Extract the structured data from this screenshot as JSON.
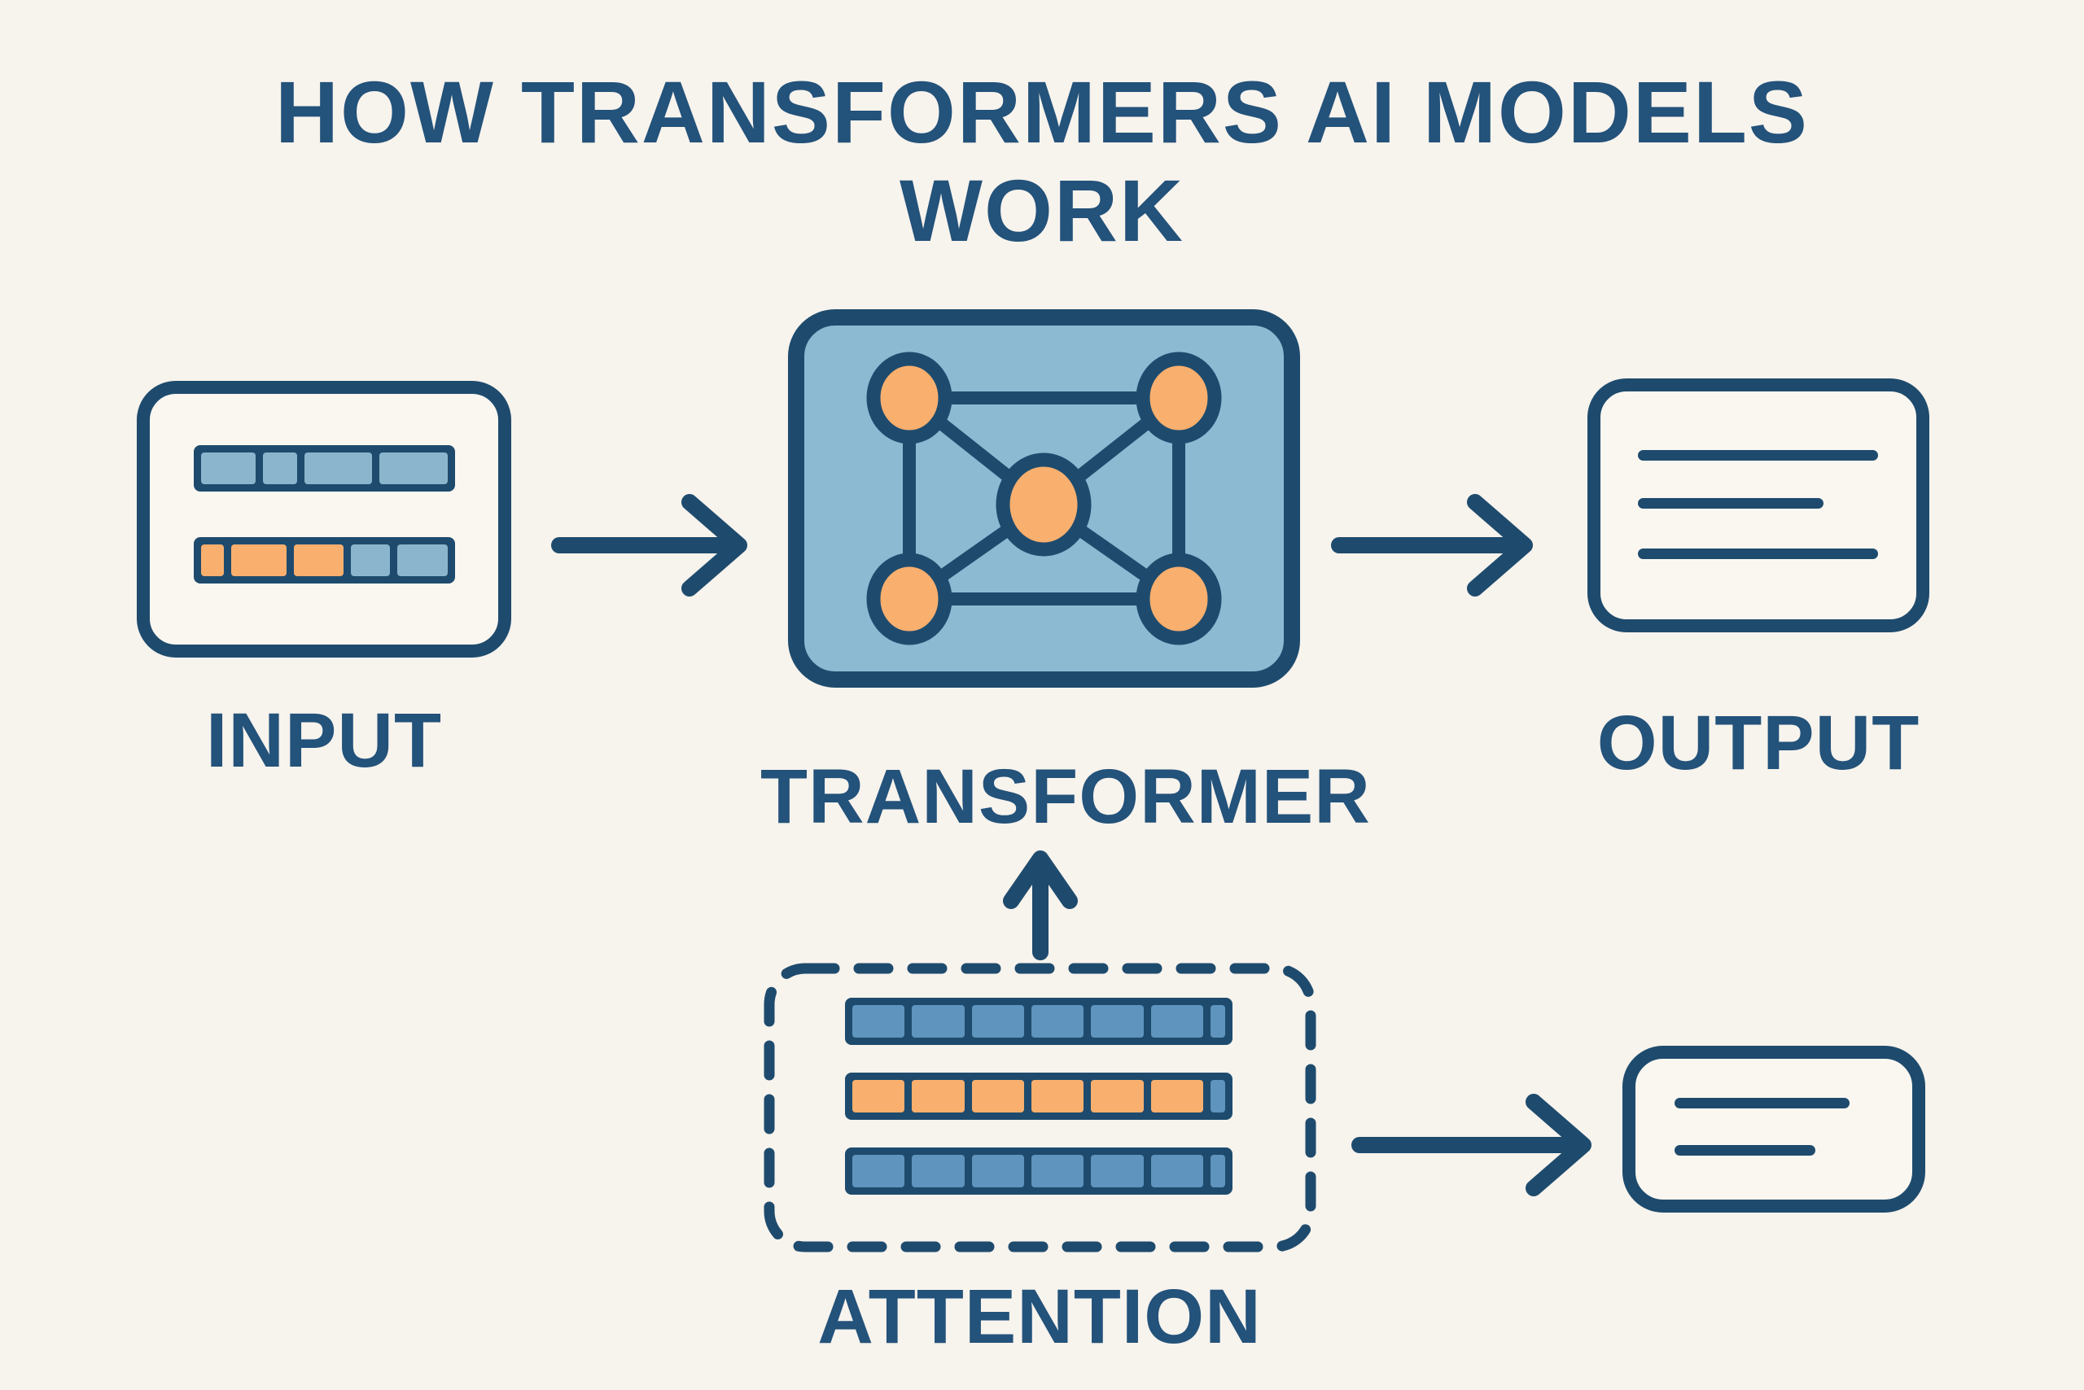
{
  "title": {
    "line1": "HOW TRANSFORMERS AI MODELS",
    "line2": "WORK"
  },
  "labels": {
    "input": "INPUT",
    "transformer": "TRANSFORMER",
    "output": "OUTPUT",
    "attention": "ATTENTION"
  },
  "colors": {
    "background": "#F7F3ED",
    "card": "#FAF7F1",
    "ink": "#1E4B6D",
    "text": "#23527A",
    "panel_blue": "#8CBAD3",
    "orange": "#F9AF6E",
    "token_blue_light": "#8AB5CC",
    "token_blue_medium": "#5E94BD"
  },
  "diagram": {
    "input_tokens": [
      {
        "segments": [
          {
            "color": "light",
            "flex": 1.6
          },
          {
            "color": "light",
            "flex": 1
          },
          {
            "color": "light",
            "flex": 2
          },
          {
            "color": "light",
            "flex": 2
          }
        ]
      },
      {
        "segments": [
          {
            "color": "orange",
            "flex": 0.7
          },
          {
            "color": "orange",
            "flex": 1.7
          },
          {
            "color": "orange",
            "flex": 1.55
          },
          {
            "color": "light",
            "flex": 1.2
          },
          {
            "color": "light",
            "flex": 1.55
          }
        ]
      }
    ],
    "attention_tokens": [
      {
        "segments": [
          {
            "color": "medium",
            "flex": 1
          },
          {
            "color": "medium",
            "flex": 1
          },
          {
            "color": "medium",
            "flex": 1
          },
          {
            "color": "medium",
            "flex": 1
          },
          {
            "color": "medium",
            "flex": 1
          },
          {
            "color": "medium",
            "flex": 1
          },
          {
            "color": "medium",
            "flex": 0.28
          }
        ]
      },
      {
        "segments": [
          {
            "color": "orange",
            "flex": 1
          },
          {
            "color": "orange",
            "flex": 1
          },
          {
            "color": "orange",
            "flex": 1
          },
          {
            "color": "orange",
            "flex": 1
          },
          {
            "color": "orange",
            "flex": 1
          },
          {
            "color": "orange",
            "flex": 1
          },
          {
            "color": "medium",
            "flex": 0.28
          }
        ]
      },
      {
        "segments": [
          {
            "color": "medium",
            "flex": 1
          },
          {
            "color": "medium",
            "flex": 1
          },
          {
            "color": "medium",
            "flex": 1
          },
          {
            "color": "medium",
            "flex": 1
          },
          {
            "color": "medium",
            "flex": 1
          },
          {
            "color": "medium",
            "flex": 1
          },
          {
            "color": "medium",
            "flex": 0.28
          }
        ]
      }
    ],
    "output_lines": [
      295,
      228,
      295
    ],
    "note_lines": [
      215,
      173
    ]
  }
}
